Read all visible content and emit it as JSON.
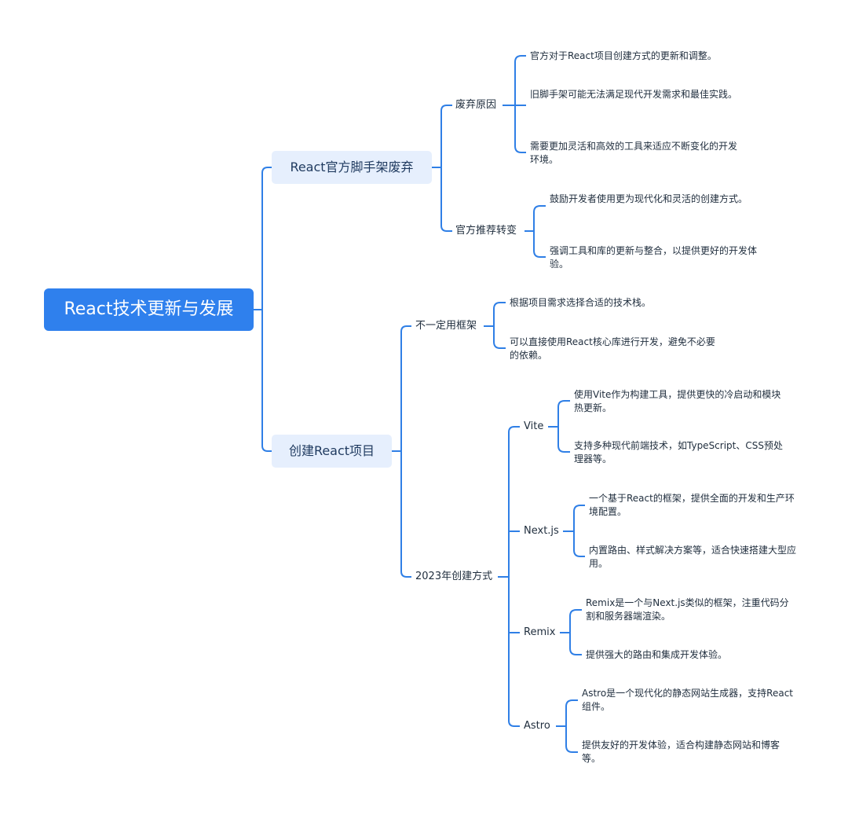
{
  "mindmap": {
    "root": "React技术更新与发展",
    "branch1": {
      "label": "React官方脚手架废弃",
      "sub1": {
        "label": "废弃原因",
        "items": [
          "官方对于React项目创建方式的更新和调整。",
          "旧脚手架可能无法满足现代开发需求和最佳实践。",
          "需要更加灵活和高效的工具来适应不断变化的开发环境。"
        ]
      },
      "sub2": {
        "label": "官方推荐转变",
        "items": [
          "鼓励开发者使用更为现代化和灵活的创建方式。",
          "强调工具和库的更新与整合，以提供更好的开发体验。"
        ]
      }
    },
    "branch2": {
      "label": "创建React项目",
      "sub1": {
        "label": "不一定用框架",
        "items": [
          "根据项目需求选择合适的技术栈。",
          "可以直接使用React核心库进行开发，避免不必要的依赖。"
        ]
      },
      "sub2": {
        "label": "2023年创建方式",
        "tools": {
          "vite": {
            "label": "Vite",
            "items": [
              "使用Vite作为构建工具，提供更快的冷启动和模块热更新。",
              "支持多种现代前端技术，如TypeScript、CSS预处理器等。"
            ]
          },
          "nextjs": {
            "label": "Next.js",
            "items": [
              "一个基于React的框架，提供全面的开发和生产环境配置。",
              "内置路由、样式解决方案等，适合快速搭建大型应用。"
            ]
          },
          "remix": {
            "label": "Remix",
            "items": [
              "Remix是一个与Next.js类似的框架，注重代码分割和服务器端渲染。",
              "提供强大的路由和集成开发体验。"
            ]
          },
          "astro": {
            "label": "Astro",
            "items": [
              "Astro是一个现代化的静态网站生成器，支持React组件。",
              "提供友好的开发体验，适合构建静态网站和博客等。"
            ]
          }
        }
      }
    }
  },
  "colors": {
    "root_bg": "#2f80ed",
    "branch_bg": "#e6effd",
    "line": "#2f7fe6"
  }
}
